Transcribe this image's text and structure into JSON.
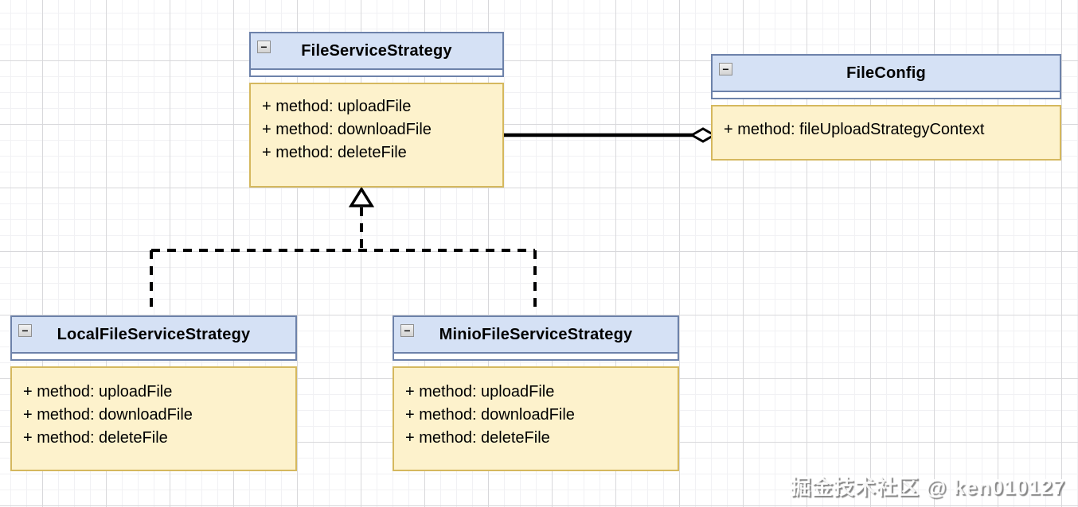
{
  "theme": {
    "canvas_bg": "#ffffff",
    "grid_minor": "#f1f1f4",
    "grid_major": "#d8d8db",
    "class_header_fill": "#d5e1f5",
    "class_header_border": "#6d82aa",
    "class_body_fill": "#fdf2cc",
    "class_body_border": "#d5b85e",
    "connector_color": "#000000"
  },
  "diagram": {
    "collapse_icon_glyph": "−",
    "classes": [
      {
        "title": "FileServiceStrategy",
        "methods": [
          "+ method: uploadFile",
          "+ method: downloadFile",
          "+ method: deleteFile"
        ]
      },
      {
        "title": "FileConfig",
        "methods": [
          "+ method: fileUploadStrategyContext"
        ]
      },
      {
        "title": "LocalFileServiceStrategy",
        "methods": [
          "+ method: uploadFile",
          "+ method: downloadFile",
          "+ method: deleteFile"
        ]
      },
      {
        "title": "MinioFileServiceStrategy",
        "methods": [
          "+ method: uploadFile",
          "+ method: downloadFile",
          "+ method: deleteFile"
        ]
      }
    ],
    "relations": [
      {
        "from": "FileServiceStrategy",
        "to": "FileConfig",
        "type": "solid-line-hollow-diamond-at-target"
      },
      {
        "from": "LocalFileServiceStrategy",
        "to": "FileServiceStrategy",
        "type": "dashed-realization-hollow-triangle"
      },
      {
        "from": "MinioFileServiceStrategy",
        "to": "FileServiceStrategy",
        "type": "dashed-realization-hollow-triangle"
      }
    ]
  },
  "watermark": {
    "text": "掘金技术社区 @ ken010127"
  }
}
